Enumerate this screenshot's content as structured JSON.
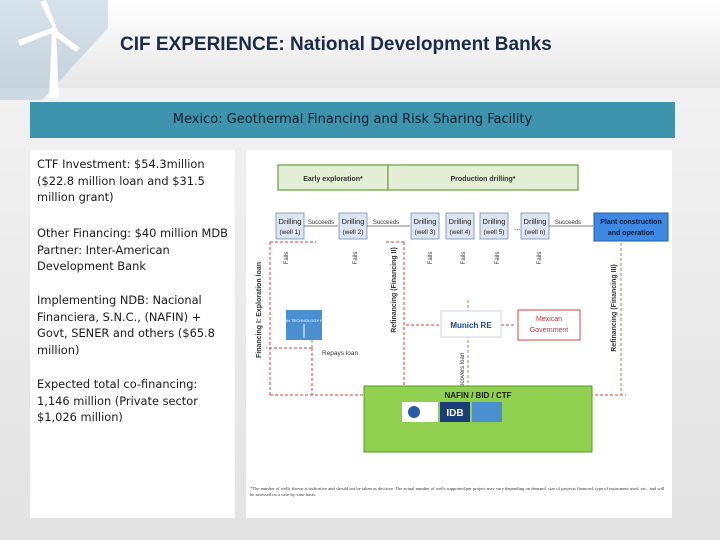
{
  "slide": {
    "title": "CIF EXPERIENCE: National Development Banks",
    "subtitle": "Mexico: Geothermal Financing and Risk Sharing Facility",
    "info": [
      "CTF Investment: $54.3million ($22.8 million loan and $31.5 million grant)",
      "Other Financing: $40 million MDB Partner: Inter-American Development Bank",
      "Implementing NDB: Nacional Financiera, S.N.C., (NAFIN) + Govt, SENER and others ($65.8 million)",
      "Expected total co-financing: 1,146 million (Private sector $1,026 million)"
    ]
  },
  "diagram": {
    "phase_early": "Early exploration*",
    "phase_production": "Production drilling*",
    "wells": [
      {
        "line1": "Drilling",
        "line2": "(well 1)"
      },
      {
        "line1": "Drilling",
        "line2": "(well 2)"
      },
      {
        "line1": "Drilling",
        "line2": "(well 3)"
      },
      {
        "line1": "Drilling",
        "line2": "(well 4)"
      },
      {
        "line1": "Drilling",
        "line2": "(well 5)"
      },
      {
        "line1": "Drilling",
        "line2": "(well n)"
      }
    ],
    "succeeds": "Succeeds",
    "fails": "Fails",
    "plant": {
      "line1": "Plant construction",
      "line2": "and operation"
    },
    "vert_financing1": "Financing I: Exploration loan",
    "vert_refinancing2": "Refinancing (Financing II)",
    "vert_refinancing3": "Refinancing (Financing III)",
    "vert_recovers": "Recovers loan",
    "repays_loan": "Repays loan",
    "ctf_label": "CLEAN TECHNOLOGY FUND",
    "munich": "Munich RE",
    "mexican_gov": {
      "line1": "Mexican",
      "line2": "Government"
    },
    "nafin_bar": "NAFIN / BID / CTF",
    "idb": "IDB",
    "footnote": "*The number of wells shown is indicative and should not be taken as decisive. The actual number of wells supported per project may vary depending on demand, size of projects financed, type of instrument used, etc., and will be assessed on a case-by-case basis."
  },
  "colors": {
    "accent_bar": "#3e93ad",
    "phase_green": "#e2efd5",
    "phase_border": "#7fb05a",
    "flow_red": "#d9413a",
    "flow_green": "#69ad3e",
    "plant_blue": "#3f88e3",
    "nafin_green": "#8fd14f",
    "well_fill": "#dde6f0"
  }
}
